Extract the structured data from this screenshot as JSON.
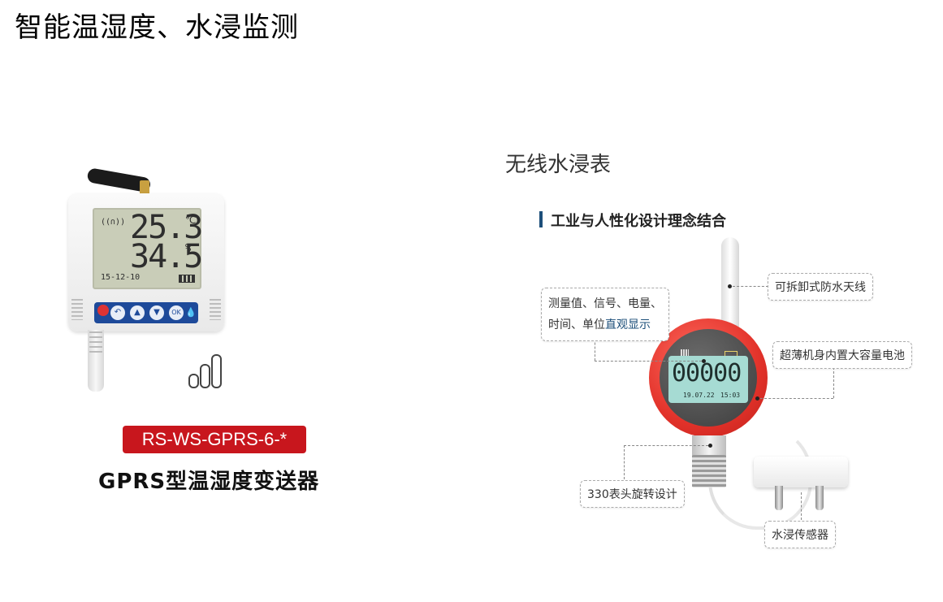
{
  "page_title": "智能温湿度、水浸监测",
  "left_product": {
    "lcd": {
      "temperature": "25.3",
      "temperature_unit": "℃",
      "humidity": "34.5",
      "humidity_unit": "%",
      "date": "15-12-10"
    },
    "keypad": {
      "ok_label": "OK"
    },
    "model_badge": "RS-WS-GPRS-6-*",
    "product_name": "GPRS型温湿度变送器",
    "colors": {
      "badge": "#c8161d",
      "keypad": "#1e4a9a",
      "lcd": "#c9cdb8"
    }
  },
  "right_product": {
    "title": "无线水浸表",
    "slogan": "工业与人性化设计理念结合",
    "callouts": {
      "antenna": "可拆卸式防水天线",
      "display_line1": "测量值、信号、电量、",
      "display_line2_prefix": "时间、单位",
      "display_line2_highlight": "直观显示",
      "battery": "超薄机身内置大容量电池",
      "rotation": "330表头旋转设计",
      "sensor": "水浸传感器"
    },
    "meter_lcd": {
      "main_value": "00000",
      "date": "19.07.22",
      "time": "15:03"
    },
    "colors": {
      "ring": "#e2322a",
      "lcd": "#a6dbd3",
      "accent": "#1d4f7a"
    }
  }
}
